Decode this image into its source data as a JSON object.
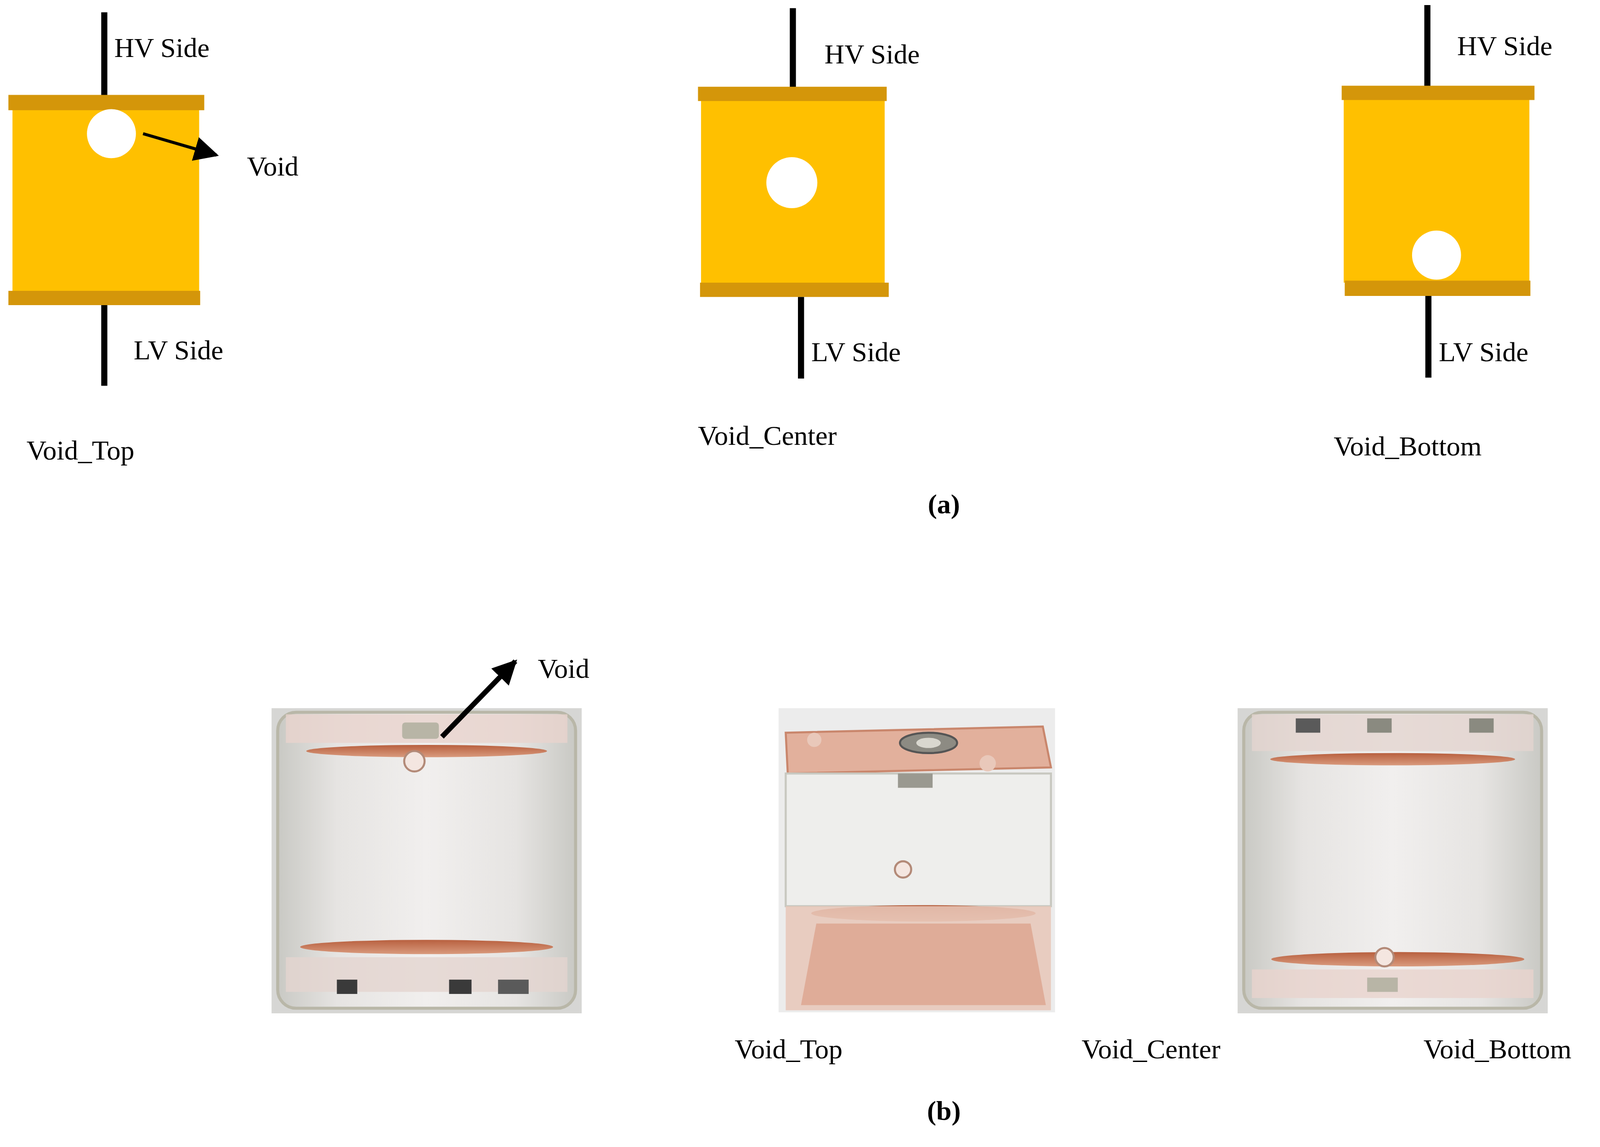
{
  "diagram": {
    "labels": [
      "HV Side",
      "Void",
      "LV Side",
      "Void_Top",
      "HV Side",
      "LV Side",
      "Void_Center",
      "HV Side",
      "LV Side",
      "Void_Bottom",
      "(a)",
      "Void",
      "Void_Top",
      "Void_Center",
      "Void_Bottom",
      "(b)"
    ]
  }
}
